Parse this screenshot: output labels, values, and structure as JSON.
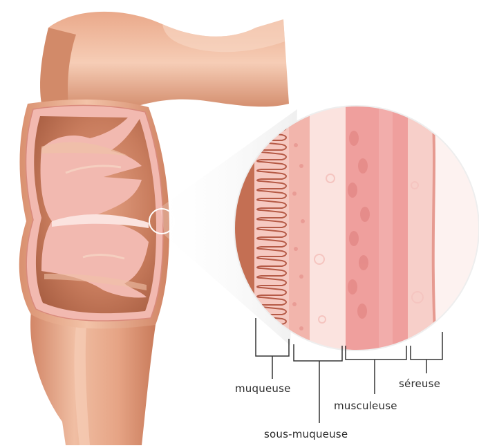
{
  "labels": {
    "muqueuse": "muqueuse",
    "sous_muqueuse": "sous-muqueuse",
    "musculeuse": "musculeuse",
    "sereuse": "séreuse"
  },
  "colors": {
    "intestine_outer": "#e9a88a",
    "intestine_shadow": "#c97a5c",
    "lumen": "#c27658",
    "wall_pink": "#f2b9b0",
    "mucosa_dark": "#b55a46",
    "muscle_pink": "#ef9f9d",
    "serosa_light": "#fbe3df",
    "line": "#333333"
  },
  "icons": [
    "magnifier-circle"
  ]
}
